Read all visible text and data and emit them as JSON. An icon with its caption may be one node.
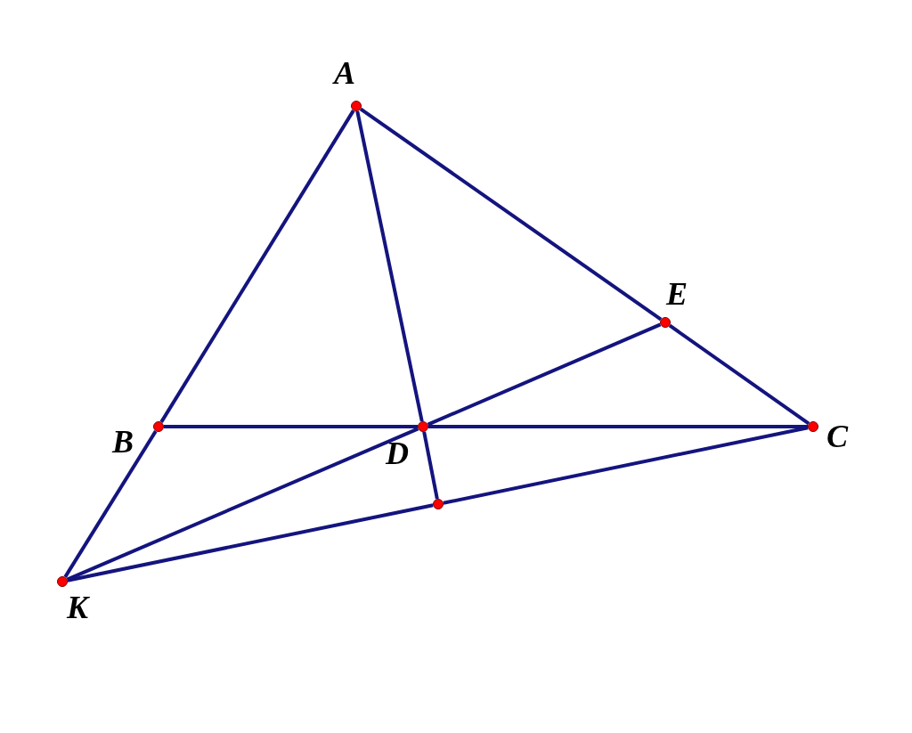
{
  "diagram": {
    "nodes": [
      {
        "text": [],
        "shape": "circle",
        "beside": [
          "A"
        ]
      },
      {
        "text": [],
        "shape": "circle",
        "beside": [
          "E"
        ]
      },
      {
        "text": [],
        "shape": "circle",
        "beside": [
          "B"
        ]
      },
      {
        "text": [],
        "shape": "circle",
        "beside": [
          "D"
        ]
      },
      {
        "text": [],
        "shape": "circle",
        "beside": [
          "C"
        ]
      },
      {
        "text": [],
        "shape": "circle"
      },
      {
        "text": [],
        "shape": "circle",
        "beside": [
          "K"
        ]
      }
    ],
    "edges": [
      {
        "from": 0,
        "to": 2,
        "arrow": "none"
      },
      {
        "from": 2,
        "to": 6,
        "arrow": "none"
      },
      {
        "from": 0,
        "to": 1,
        "arrow": "none"
      },
      {
        "from": 1,
        "to": 4,
        "arrow": "none"
      },
      {
        "from": 0,
        "to": 3,
        "arrow": "none"
      },
      {
        "from": 3,
        "to": 5,
        "arrow": "none"
      },
      {
        "from": 2,
        "to": 3,
        "arrow": "none"
      },
      {
        "from": 3,
        "to": 4,
        "arrow": "none"
      },
      {
        "from": 6,
        "to": 3,
        "arrow": "none"
      },
      {
        "from": 3,
        "to": 1,
        "arrow": "none"
      },
      {
        "from": 6,
        "to": 5,
        "arrow": "none"
      },
      {
        "from": 5,
        "to": 4,
        "arrow": "none"
      }
    ]
  }
}
